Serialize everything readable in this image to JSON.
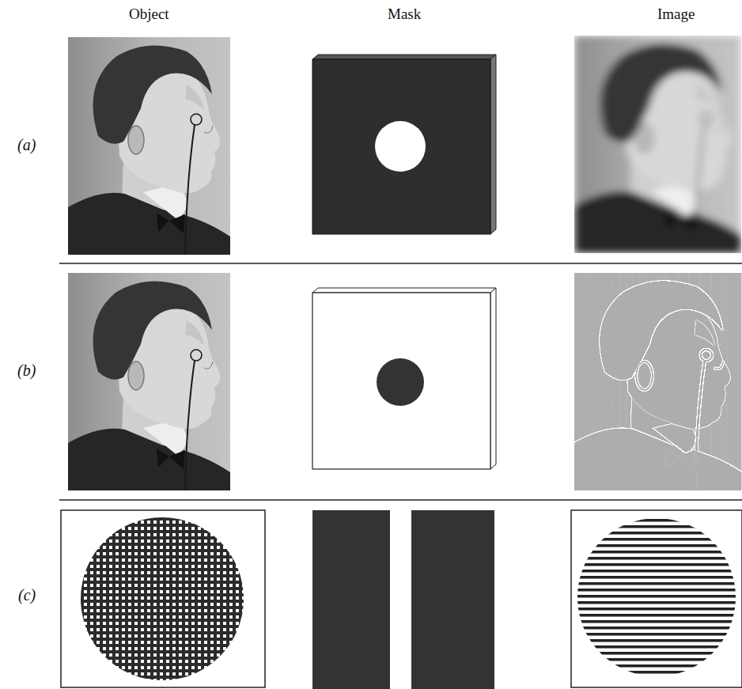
{
  "diagram": {
    "labels": [
      "Object",
      "Mask",
      "Image",
      "(a)",
      "(b)",
      "(c)"
    ]
  }
}
